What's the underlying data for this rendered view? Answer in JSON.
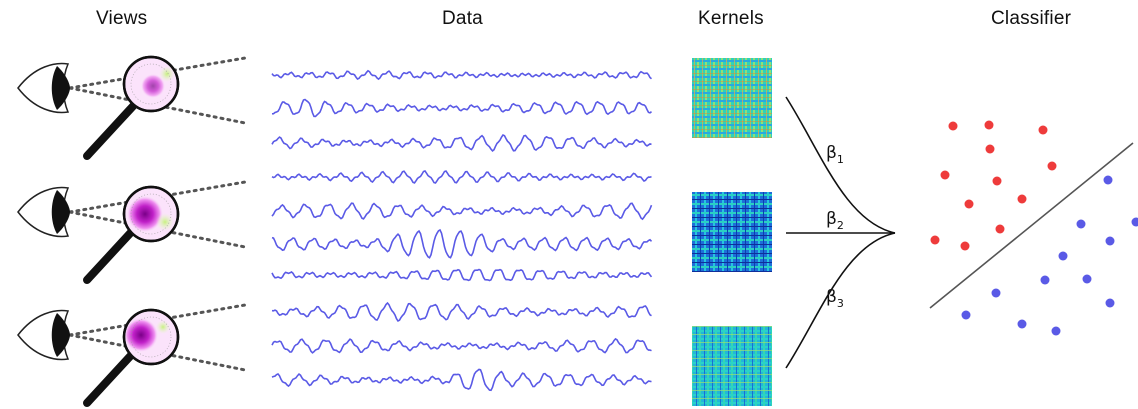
{
  "headers": {
    "views": "Views",
    "data": "Data",
    "kernels": "Kernels",
    "classifier": "Classifier"
  },
  "betas": [
    {
      "sym": "β",
      "sub": "1"
    },
    {
      "sym": "β",
      "sub": "2"
    },
    {
      "sym": "β",
      "sub": "3"
    }
  ],
  "colors": {
    "signal": "#5a5ae6",
    "class_a": "#ee3b3b",
    "class_b": "#5a5ae6",
    "separator": "#555555",
    "kernel_1": "#2fd3b8",
    "kernel_2": "#1e6fd9",
    "kernel_3": "#22b7d8"
  },
  "icons": [
    "eye-icon",
    "magnifier-icon",
    "scalp-topomap-icon"
  ],
  "scatter": {
    "class_a": [
      [
        953,
        126
      ],
      [
        989,
        125
      ],
      [
        1043,
        130
      ],
      [
        990,
        149
      ],
      [
        1052,
        166
      ],
      [
        945,
        175
      ],
      [
        997,
        181
      ],
      [
        1022,
        199
      ],
      [
        969,
        204
      ],
      [
        1000,
        229
      ],
      [
        935,
        240
      ],
      [
        965,
        246
      ]
    ],
    "class_b": [
      [
        1108,
        180
      ],
      [
        1081,
        224
      ],
      [
        1136,
        222
      ],
      [
        1110,
        241
      ],
      [
        1063,
        256
      ],
      [
        1087,
        279
      ],
      [
        1045,
        280
      ],
      [
        996,
        293
      ],
      [
        1110,
        303
      ],
      [
        966,
        315
      ],
      [
        1022,
        324
      ],
      [
        1056,
        331
      ]
    ]
  }
}
